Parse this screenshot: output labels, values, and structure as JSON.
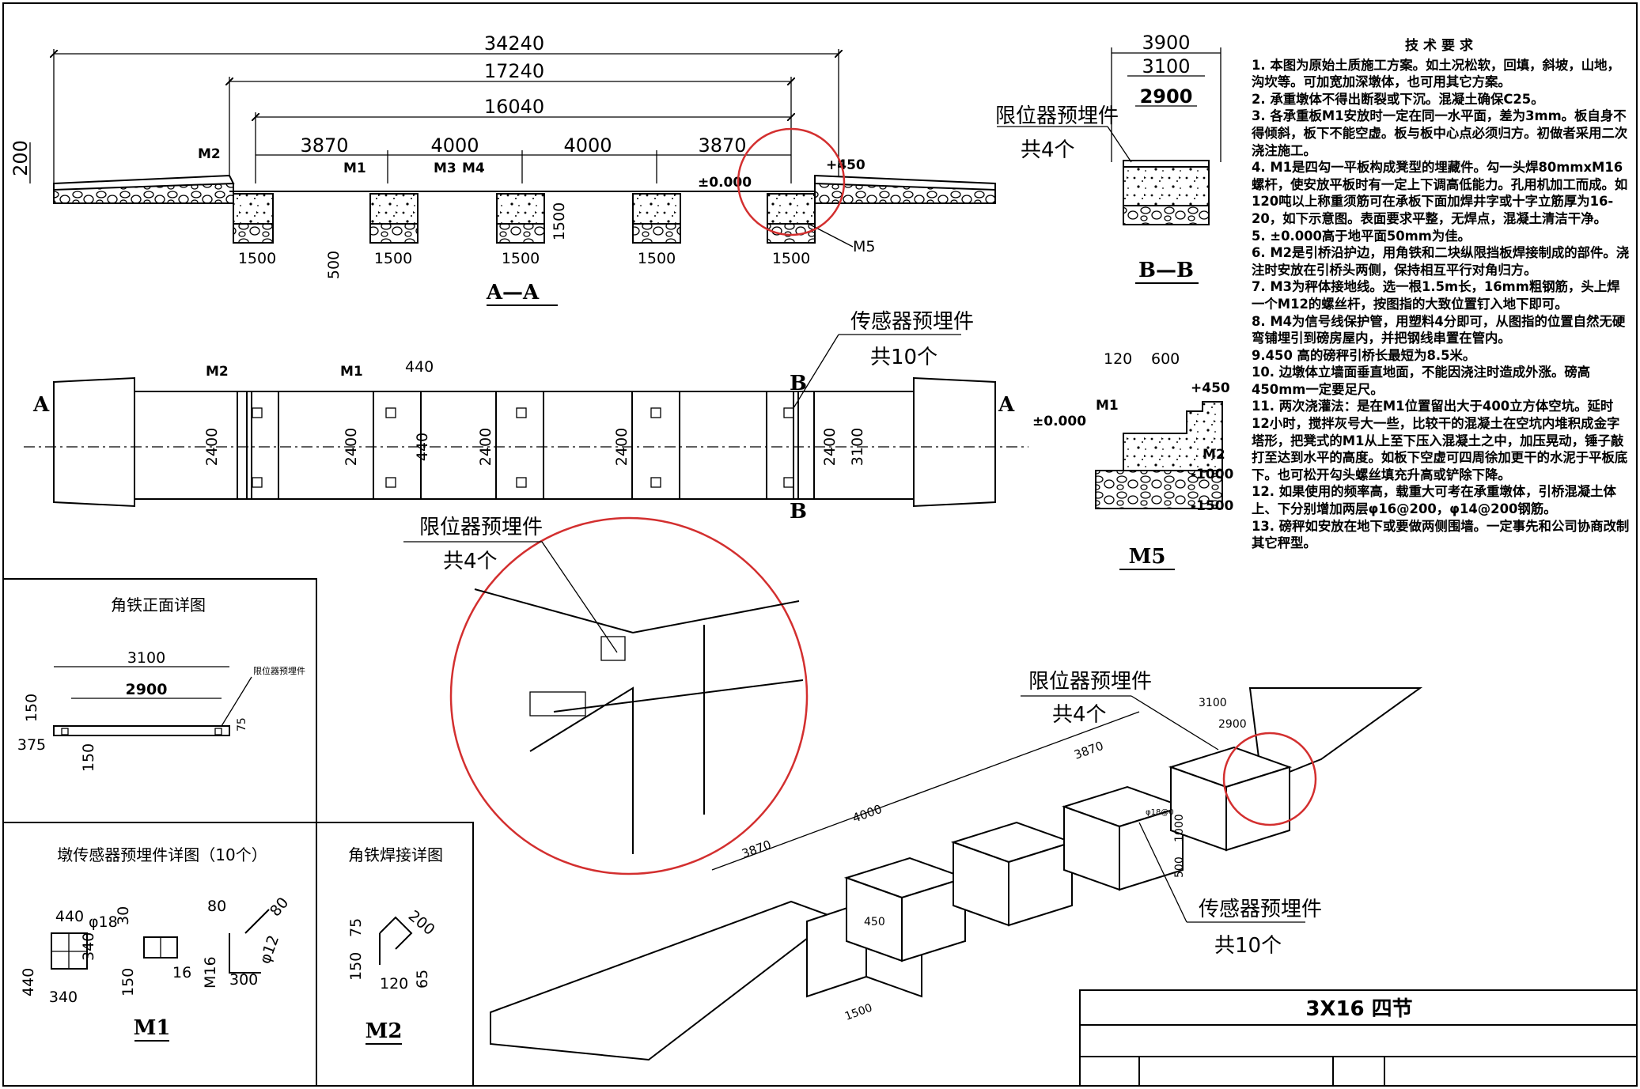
{
  "section_aa": {
    "total": "34240",
    "mid": "17240",
    "inner": "16040",
    "spans": [
      "3870",
      "4000",
      "4000",
      "3870"
    ],
    "height_left": "200",
    "pier_width": "1500",
    "pier_height": "1500",
    "pier_depth": "500",
    "elev_zero": "±0.000",
    "elev_450": "+450",
    "labels": {
      "m2": "M2",
      "m1": "M1",
      "m3": "M3",
      "m4": "M4",
      "m5": "M5"
    },
    "title": "A—A"
  },
  "section_bb": {
    "dims": [
      "3900",
      "3100",
      "2900"
    ],
    "embed_label": "限位器预埋件",
    "embed_count": "共4个",
    "title": "B—B"
  },
  "plan": {
    "sensor_label": "传感器预埋件",
    "sensor_count": "共10个",
    "m2": "M2",
    "m1": "M1",
    "dim_440_top": "440",
    "dim_2400": "2400",
    "dim_440_side": "440",
    "dim_3100": "3100",
    "sec_a": "A",
    "sec_b": "B"
  },
  "m5": {
    "dims": [
      "120",
      "600"
    ],
    "elev_450": "+450",
    "elev_zero": "±0.000",
    "elev_1000": "-1000",
    "elev_1500": "-1500",
    "m1": "M1",
    "m2": "M2",
    "title": "M5"
  },
  "detail_zoom": {
    "label": "限位器预埋件",
    "count": "共4个"
  },
  "iso": {
    "limit_label": "限位器预埋件",
    "limit_count": "共4个",
    "sensor_label": "传感器预埋件",
    "sensor_count": "共10个",
    "dims": [
      "3870",
      "4000",
      "3870",
      "3100",
      "2900",
      "1000",
      "500",
      "450",
      "1500"
    ],
    "anchor_dim": "φ18@0"
  },
  "angle_front": {
    "title": "角铁正面详图",
    "dim_3100": "3100",
    "dim_2900": "2900",
    "dim_150": "150",
    "dim_375": "375",
    "dim_150b": "150",
    "dim_75": "75",
    "embed": "限位器预埋件"
  },
  "m1_detail": {
    "title": "墩传感器预埋件详图（10个）",
    "dims": [
      "440",
      "φ18",
      "30",
      "340",
      "440",
      "340",
      "16",
      "150",
      "80",
      "M16",
      "300",
      "φ12",
      "80"
    ],
    "name": "M1"
  },
  "m2_detail": {
    "title": "角铁焊接详图",
    "dims": [
      "75",
      "150",
      "120",
      "65",
      "200"
    ],
    "name": "M2"
  },
  "title_block": {
    "name": "3X16 四节"
  },
  "tech": {
    "title": "技术要求",
    "items": [
      "1. 本图为原始土质施工方案。如土况松软，回填，斜坡，山地，沟坎等。可加宽加深墩体，也可用其它方案。",
      "2. 承重墩体不得出断裂或下沉。混凝土确保C25。",
      "3. 各承重板M1安放时一定在同一水平面，差为3mm。板自身不得倾斜，板下不能空虚。板与板中心点必须归方。初做者采用二次浇注施工。",
      "4. M1是四勾一平板构成凳型的埋藏件。勾一头焊80mmxM16螺杆，使安放平板时有一定上下调高低能力。孔用机加工而成。如120吨以上称重须筋可在承板下面加焊井字或十字立筋厚为16-20，如下示意图。表面要求平整，无焊点，混凝土清洁干净。",
      "5. ±0.000高于地平面50mm为佳。",
      "6. M2是引桥沿护边，用角铁和二块纵限挡板焊接制成的部件。浇注时安放在引桥头两侧，保持相互平行对角归方。",
      "7. M3为秤体接地线。选一根1.5m长，16mm粗钢筋，头上焊一个M12的螺丝杆，按图指的大致位置钉入地下即可。",
      "8. M4为信号线保护管，用塑料4分即可，从图指的位置自然无硬弯铺埋引到磅房屋内，并把钢线串置在管内。",
      "9.450 高的磅秤引桥长最短为8.5米。",
      "10. 边墩体立墙面垂直地面，不能因浇注时造成外涨。磅高450mm一定要足尺。",
      "11. 两次浇灌法：是在M1位置留出大于400立方体空坑。延时12小时，搅拌灰号大一些，比较干的混凝土在空坑内堆积成金字塔形，把凳式的M1从上至下压入混凝土之中，加压晃动，锤子敲打至达到水平的高度。如板下空虚可四周徐加更干的水泥于平板底下。也可松开勾头螺丝填充升高或铲除下降。",
      "12. 如果使用的频率高，载重大可考在承重墩体，引桥混凝土体上、下分别增加两层φ16@200，φ14@200钢筋。",
      "13. 磅秤如安放在地下或要做两侧围墙。一定事先和公司协商改制其它秤型。"
    ]
  }
}
